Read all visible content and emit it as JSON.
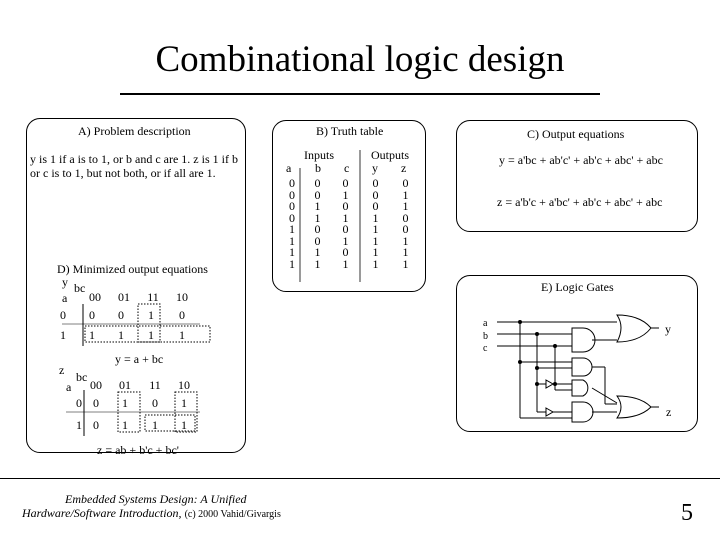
{
  "title": "Combinational logic design",
  "problem": {
    "heading": "A) Problem description",
    "text": "y is 1 if a is to 1, or b and c are 1. z is 1 if b or c is to 1, but not both, or if all are 1."
  },
  "truth_table": {
    "heading": "B) Truth table",
    "group_inputs": "Inputs",
    "group_outputs": "Outputs",
    "columns": [
      "a",
      "b",
      "c",
      "y",
      "z"
    ],
    "a": [
      "0",
      "0",
      "0",
      "0",
      "1",
      "1",
      "1",
      "1"
    ],
    "b": [
      "0",
      "0",
      "1",
      "1",
      "0",
      "0",
      "1",
      "1"
    ],
    "c": [
      "0",
      "1",
      "0",
      "1",
      "0",
      "1",
      "0",
      "1"
    ],
    "y": [
      "0",
      "0",
      "0",
      "1",
      "1",
      "1",
      "1",
      "1"
    ],
    "z": [
      "0",
      "1",
      "1",
      "0",
      "0",
      "1",
      "1",
      "1"
    ]
  },
  "output_eq": {
    "heading": "C) Output equations",
    "y": "y = a'bc + ab'c' + ab'c + abc' + abc",
    "z": "z = a'b'c + a'bc' + ab'c + abc' + abc"
  },
  "minimized": {
    "heading": "D) Minimized output equations",
    "kmap_y": {
      "out": "y",
      "row_var": "a",
      "col_var": "bc",
      "cols": [
        "00",
        "01",
        "11",
        "10"
      ],
      "rows": [
        "0",
        "1"
      ],
      "cells": [
        [
          "0",
          "0",
          "1",
          "0"
        ],
        [
          "1",
          "1",
          "1",
          "1"
        ]
      ],
      "eq": "y = a + bc"
    },
    "kmap_z": {
      "out": "z",
      "row_var": "a",
      "col_var": "bc",
      "cols": [
        "00",
        "01",
        "11",
        "10"
      ],
      "rows": [
        "0",
        "1"
      ],
      "cells": [
        [
          "0",
          "1",
          "0",
          "1"
        ],
        [
          "0",
          "1",
          "1",
          "1"
        ]
      ],
      "eq": "z = ab + b'c + bc'"
    }
  },
  "gates": {
    "heading": "E) Logic Gates",
    "inputs": [
      "a",
      "b",
      "c"
    ],
    "out_y": "y",
    "out_z": "z"
  },
  "footer": {
    "line1": "Embedded Systems Design: A Unified",
    "line2": "Hardware/Software Introduction,",
    "copyright": "(c) 2000 Vahid/Givargis",
    "page": "5"
  }
}
